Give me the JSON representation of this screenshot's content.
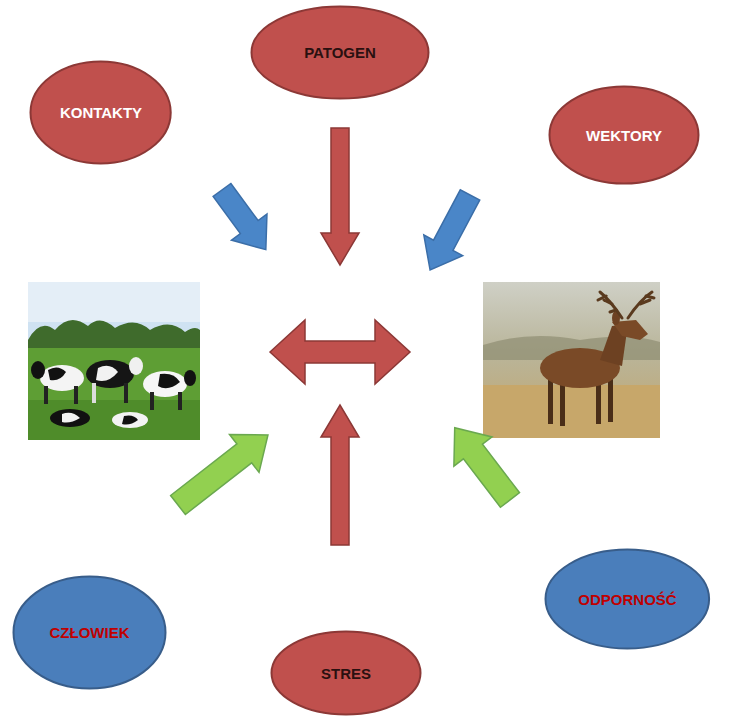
{
  "diagram": {
    "nodes": [
      {
        "text": [
          "PATOGEN"
        ]
      },
      {
        "text": [
          "KONTAKTY"
        ]
      },
      {
        "text": [
          "WEKTORY"
        ]
      },
      {
        "text": [
          "ODPORNOŚĆ"
        ]
      },
      {
        "text": [
          "CZŁOWIEK"
        ]
      },
      {
        "text": [
          "STRES"
        ]
      }
    ]
  }
}
